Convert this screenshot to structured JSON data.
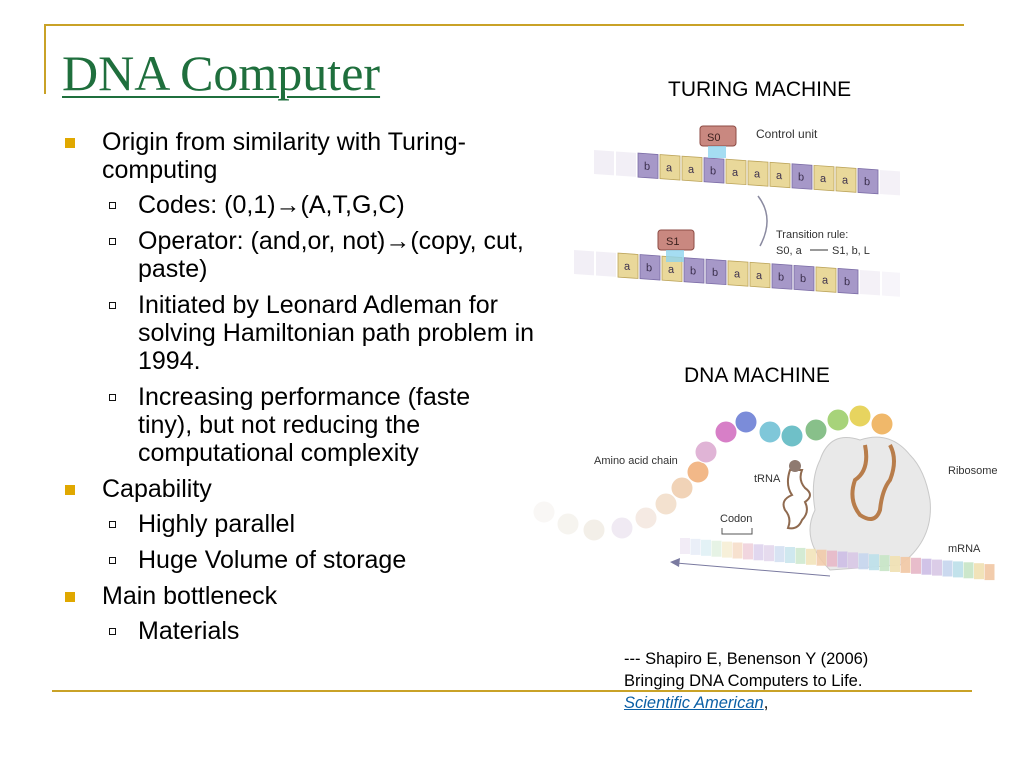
{
  "slide": {
    "title": "DNA Computer",
    "turing_caption": "TURING MACHINE",
    "dna_caption": "DNA MACHINE",
    "bullets": [
      {
        "text": "Origin from similarity with Turing-computing",
        "sub": [
          "Codes: (0,1)→(A,T,G,C)",
          "Operator: (and,or, not)→(copy, cut, paste)",
          "Initiated by Leonard Adleman for solving Hamiltonian path problem in 1994.",
          "Increasing performance (faste tiny), but not reducing the computational complexity"
        ]
      },
      {
        "text": "Capability",
        "sub": [
          "Highly parallel",
          "Huge Volume of storage"
        ]
      },
      {
        "text": "Main bottleneck",
        "sub": [
          "Materials"
        ]
      }
    ],
    "reference": {
      "line1": "--- Shapiro E, Benenson Y (2006)",
      "line2": "Bringing DNA Computers to Life.",
      "link": "Scientific American",
      "trail": ","
    }
  },
  "turing_figure": {
    "state1": "S0",
    "state2": "S1",
    "control_unit": "Control unit",
    "rule_title": "Transition rule:",
    "rule_from": "S0, a",
    "rule_to": "S1, b, L",
    "tape1": [
      "b",
      "a",
      "a",
      "b",
      "a",
      "a",
      "a",
      "b",
      "a",
      "a",
      "b"
    ],
    "tape2": [
      "a",
      "b",
      "a",
      "b",
      "b",
      "a",
      "a",
      "b",
      "b",
      "a",
      "b"
    ]
  },
  "dna_figure": {
    "amino_label": "Amino acid chain",
    "trna_label": "tRNA",
    "ribosome_label": "Ribosome",
    "codon_label": "Codon",
    "mrna_label": "mRNA"
  },
  "colors": {
    "title": "#1f6f3d",
    "accent_rule": "#c9a227",
    "bullet": "#e0a800",
    "link": "#0b5fa5"
  }
}
